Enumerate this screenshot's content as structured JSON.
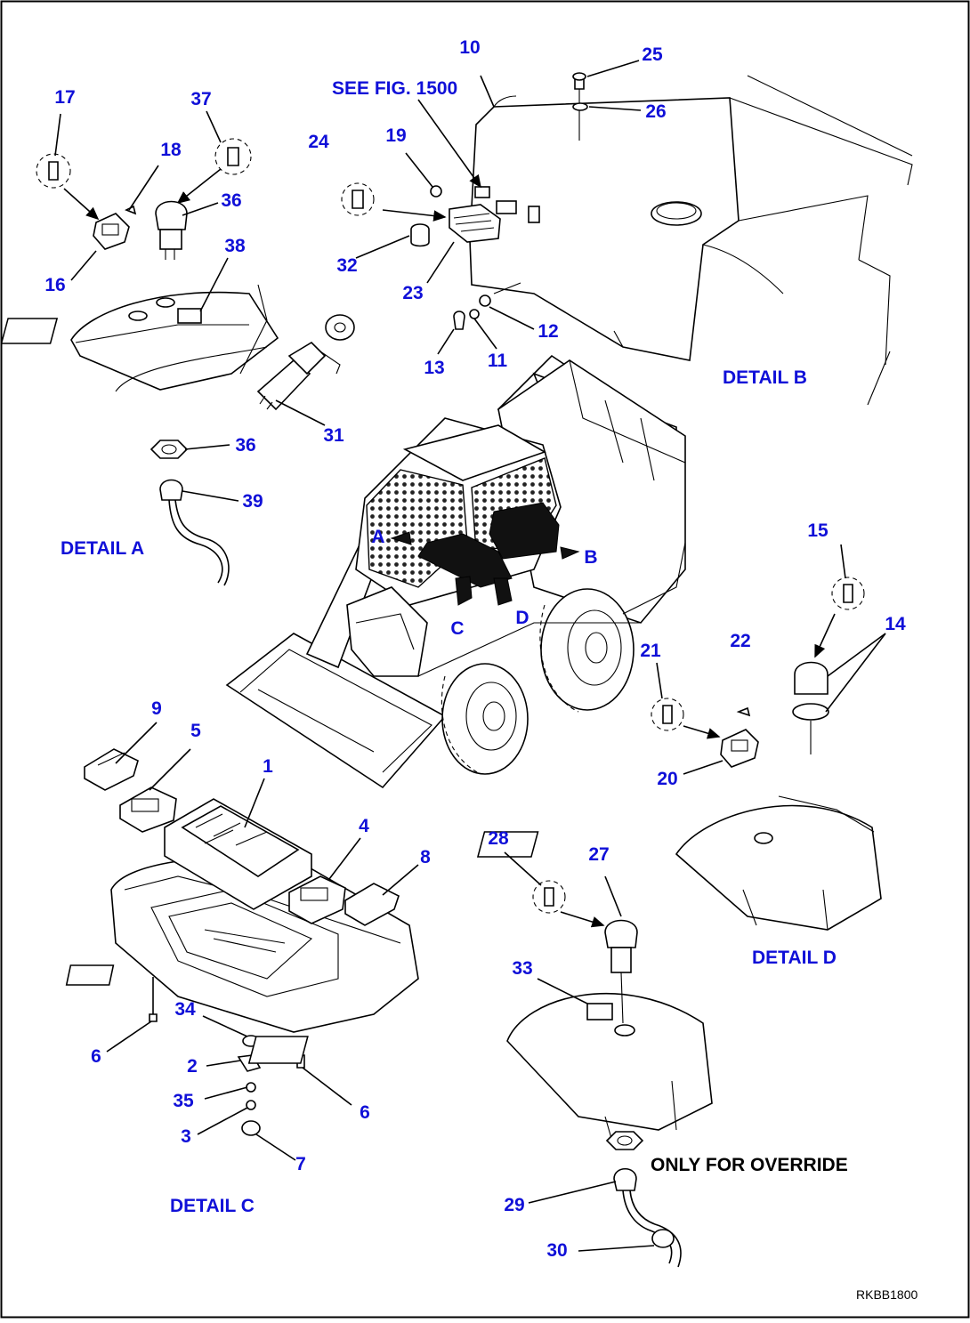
{
  "callouts": {
    "n1": "1",
    "n2": "2",
    "n3": "3",
    "n4": "4",
    "n5": "5",
    "n6a": "6",
    "n6b": "6",
    "n7": "7",
    "n8": "8",
    "n9": "9",
    "n10": "10",
    "n11": "11",
    "n12": "12",
    "n13": "13",
    "n14": "14",
    "n15": "15",
    "n16": "16",
    "n17": "17",
    "n18": "18",
    "n19": "19",
    "n20": "20",
    "n21": "21",
    "n22": "22",
    "n23": "23",
    "n24": "24",
    "n25": "25",
    "n26": "26",
    "n27": "27",
    "n28": "28",
    "n29": "29",
    "n30": "30",
    "n31": "31",
    "n32": "32",
    "n33": "33",
    "n34": "34",
    "n35": "35",
    "n36a": "36",
    "n36b": "36",
    "n37": "37",
    "n38": "38",
    "n39": "39"
  },
  "views": {
    "A": "A",
    "B": "B",
    "C": "C",
    "D": "D"
  },
  "labels": {
    "detail_a": "DETAIL A",
    "detail_b": "DETAIL B",
    "detail_c": "DETAIL C",
    "detail_d": "DETAIL D",
    "see_fig": "SEE FIG. 1500",
    "override_note": "ONLY FOR OVERRIDE",
    "drawing_ref": "RKBB1800"
  }
}
